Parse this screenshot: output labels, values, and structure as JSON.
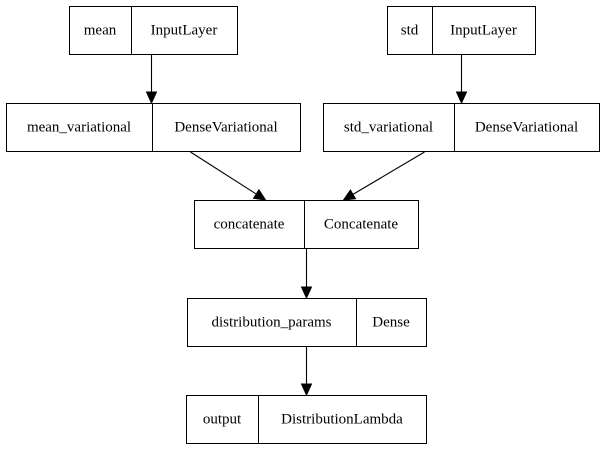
{
  "nodes": [
    {
      "id": "mean",
      "name": "mean",
      "type": "InputLayer"
    },
    {
      "id": "std",
      "name": "std",
      "type": "InputLayer"
    },
    {
      "id": "mean_variational",
      "name": "mean_variational",
      "type": "DenseVariational"
    },
    {
      "id": "std_variational",
      "name": "std_variational",
      "type": "DenseVariational"
    },
    {
      "id": "concatenate",
      "name": "concatenate",
      "type": "Concatenate"
    },
    {
      "id": "distribution_params",
      "name": "distribution_params",
      "type": "Dense"
    },
    {
      "id": "output",
      "name": "output",
      "type": "DistributionLambda"
    }
  ],
  "edges": [
    {
      "from": "mean",
      "to": "mean_variational"
    },
    {
      "from": "std",
      "to": "std_variational"
    },
    {
      "from": "mean_variational",
      "to": "concatenate"
    },
    {
      "from": "std_variational",
      "to": "concatenate"
    },
    {
      "from": "concatenate",
      "to": "distribution_params"
    },
    {
      "from": "distribution_params",
      "to": "output"
    }
  ]
}
